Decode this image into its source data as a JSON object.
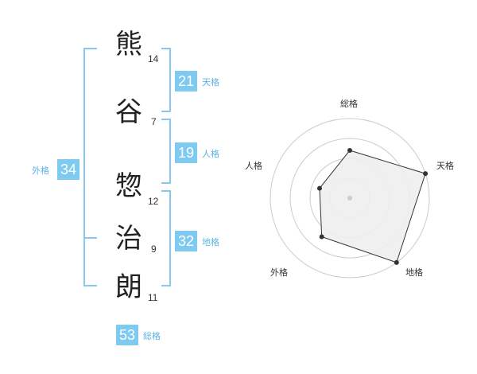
{
  "name": {
    "characters": [
      {
        "char": "熊",
        "strokes": "14"
      },
      {
        "char": "谷",
        "strokes": "7"
      },
      {
        "char": "惣",
        "strokes": "12"
      },
      {
        "char": "治",
        "strokes": "9"
      },
      {
        "char": "朗",
        "strokes": "11"
      }
    ]
  },
  "fortunes": {
    "ten": {
      "value": "21",
      "label": "天格"
    },
    "jin": {
      "value": "19",
      "label": "人格"
    },
    "chi": {
      "value": "32",
      "label": "地格"
    },
    "gai": {
      "value": "34",
      "label": "外格"
    },
    "so": {
      "value": "53",
      "label": "総格"
    }
  },
  "chart_data": {
    "type": "radar",
    "axes": [
      "総格",
      "天格",
      "地格",
      "外格",
      "人格"
    ],
    "values": [
      3,
      5,
      5,
      3,
      2
    ],
    "rmax": 5,
    "grid_rings": 4,
    "colors": {
      "line": "#333333",
      "fill": "#eeeeee",
      "grid": "#cccccc",
      "center": "#cccccc"
    }
  },
  "colors": {
    "accent": "#7fcaf0",
    "accent_text": "#5ab4e6",
    "bracket": "#88c8ee"
  }
}
